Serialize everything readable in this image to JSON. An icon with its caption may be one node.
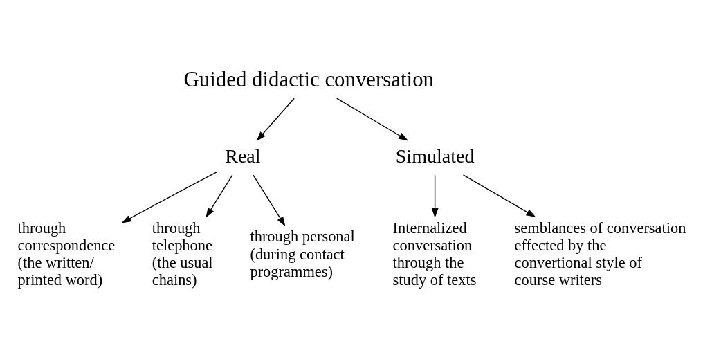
{
  "diagram": {
    "nodes": [
      {
        "text": [
          "Guided didactic conversation"
        ]
      },
      {
        "text": [
          "Real"
        ]
      },
      {
        "text": [
          "Simulated"
        ]
      },
      {
        "text": [
          "through correspondence (the written/ printed word)"
        ]
      },
      {
        "text": [
          "through telephone (the usual chains)"
        ]
      },
      {
        "text": [
          "through personal (during contact programmes)"
        ]
      },
      {
        "text": [
          "Internalized conversation through the study of texts"
        ]
      },
      {
        "text": [
          "semblances of conversation effected by the convertional style of course writers"
        ]
      }
    ],
    "edges": [
      {
        "from": 0,
        "to": 1,
        "arrow": "to"
      },
      {
        "from": 0,
        "to": 2,
        "arrow": "to"
      },
      {
        "from": 1,
        "to": 3,
        "arrow": "to"
      },
      {
        "from": 1,
        "to": 4,
        "arrow": "to"
      },
      {
        "from": 1,
        "to": 5,
        "arrow": "to"
      },
      {
        "from": 2,
        "to": 6,
        "arrow": "to"
      },
      {
        "from": 2,
        "to": 7,
        "arrow": "to"
      }
    ]
  }
}
